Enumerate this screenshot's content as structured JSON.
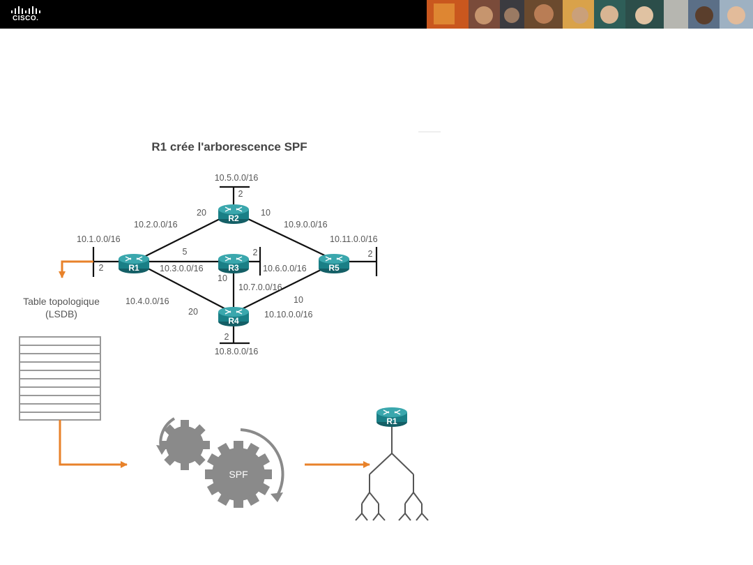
{
  "brand": {
    "name": "CISCO.",
    "color_bg": "#000000"
  },
  "title": "R1 crée l'arborescence SPF",
  "networks": {
    "n1": "10.1.0.0/16",
    "n2": "10.2.0.0/16",
    "n3": "10.3.0.0/16",
    "n4": "10.4.0.0/16",
    "n5": "10.5.0.0/16",
    "n6": "10.6.0.0/16",
    "n7": "10.7.0.0/16",
    "n8": "10.8.0.0/16",
    "n9": "10.9.0.0/16",
    "n10": "10.10.0.0/16",
    "n11": "10.11.0.0/16"
  },
  "costs": {
    "r1_r2": "20",
    "r1_r3": "5",
    "r1_r4": "20",
    "r2_r5": "10",
    "r3_r4": "10",
    "r4_r5": "10",
    "r2_stub": "2",
    "r1_stub": "2",
    "r3_stub": "2",
    "r4_stub": "2",
    "r5_stub": "2"
  },
  "routers": {
    "r1": "R1",
    "r2": "R2",
    "r3": "R3",
    "r4": "R4",
    "r5": "R5"
  },
  "topology_table": {
    "line1": "Table topologique",
    "line2": "(LSDB)"
  },
  "algorithm": {
    "label": "SPF"
  },
  "tree_root": "R1",
  "colors": {
    "router": "#1a7f86",
    "arrow": "#e8822a",
    "gear": "#8a8a8a",
    "link": "#111111"
  }
}
